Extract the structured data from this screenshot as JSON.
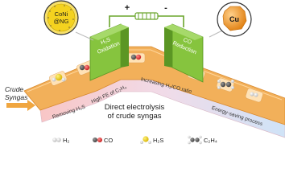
{
  "diagram": {
    "left_catalyst": {
      "line1": "CoNi",
      "line2": "@NG"
    },
    "right_catalyst": {
      "label": "Cu"
    },
    "polarity": {
      "plus": "+",
      "minus": "-"
    },
    "left_tower": {
      "line1": "H₂S",
      "line2": "Oxidation"
    },
    "right_tower": {
      "line1": "CO",
      "line2": "Reduction"
    },
    "inlet": {
      "line1": "Crude",
      "line2": "Syngas"
    },
    "benefits": [
      "Removing H₂S",
      "High FE of C₂H₄",
      "Increasing H₂/CO ratio",
      "Energy-saving process"
    ],
    "center_title": {
      "line1": "Direct electrolysis",
      "line2": "of crude syngas"
    },
    "legend": [
      {
        "icon": "h2-molecule-icon",
        "label": "H₂"
      },
      {
        "icon": "co-molecule-icon",
        "label": "CO"
      },
      {
        "icon": "h2s-molecule-icon",
        "label": "H₂S"
      },
      {
        "icon": "c2h4-molecule-icon",
        "label": "C₂H₄"
      }
    ],
    "colors": {
      "belt": "#f2b05a",
      "belt_dark": "#d98a2e",
      "tower": "#86c43e",
      "tower_dark": "#5b9624",
      "catalyst_left": "#f4d21f",
      "catalyst_right": "#f29a22",
      "band_start": "#f8c6c6",
      "band_end": "#cfe3f7"
    }
  }
}
